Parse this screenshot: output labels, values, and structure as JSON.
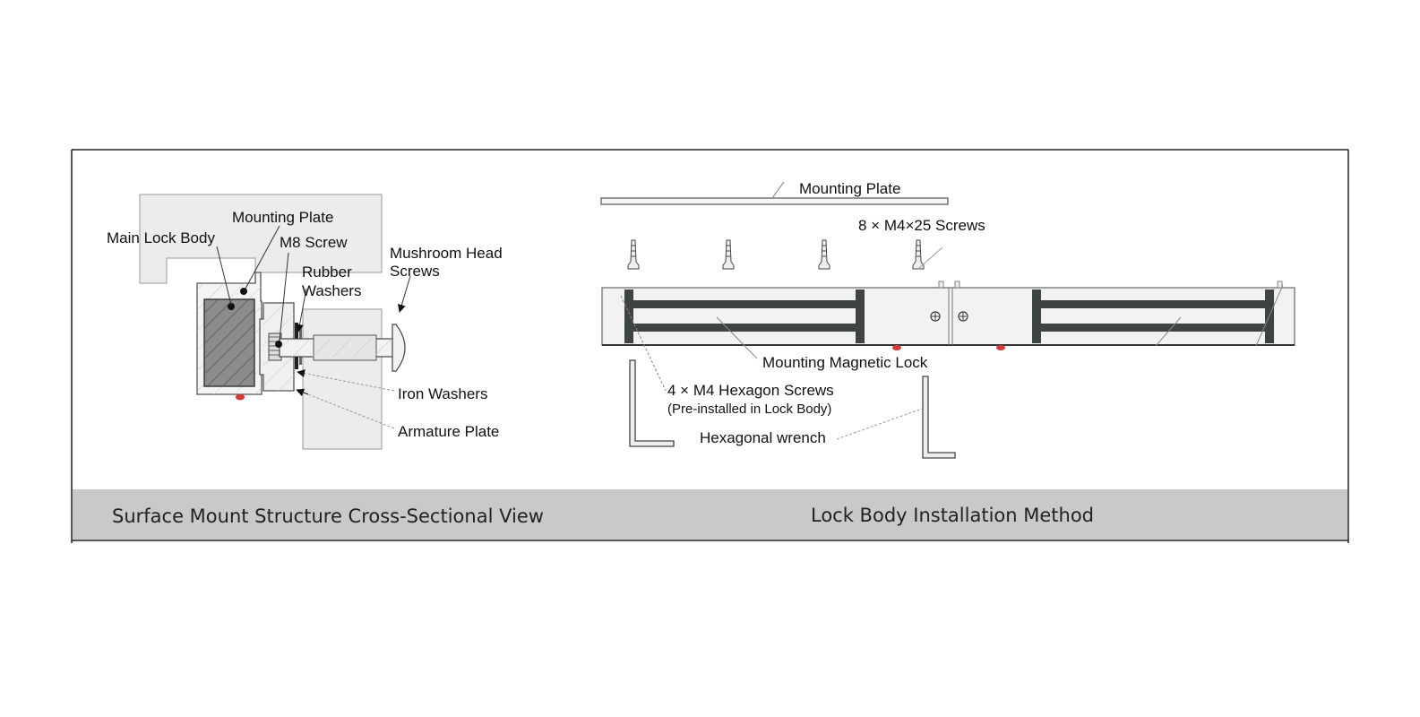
{
  "left_panel": {
    "caption": "Surface Mount Structure Cross-Sectional View",
    "labels": {
      "main_lock_body": "Main Lock Body",
      "mounting_plate": "Mounting Plate",
      "m8_screw": "M8 Screw",
      "rubber_washers_1": "Rubber",
      "rubber_washers_2": "Washers",
      "mushroom_head_1": "Mushroom Head",
      "mushroom_head_2": "Screws",
      "iron_washers": "Iron Washers",
      "armature_plate": "Armature Plate"
    }
  },
  "right_panel": {
    "caption": "Lock Body Installation Method",
    "labels": {
      "mounting_plate": "Mounting Plate",
      "screws": "8 × M4×25 Screws",
      "mounting_magnetic_lock": "Mounting Magnetic Lock",
      "hex_screws": "4 × M4 Hexagon Screws",
      "hex_screws_note": "(Pre-installed in Lock Body)",
      "hex_wrench": "Hexagonal wrench"
    }
  },
  "colors": {
    "frame": "#222222",
    "caption_band": "#c9c9cb",
    "wall_gray": "#ececee",
    "lock_body": "#8c8c8a",
    "coil_dark": "#3e4442"
  }
}
